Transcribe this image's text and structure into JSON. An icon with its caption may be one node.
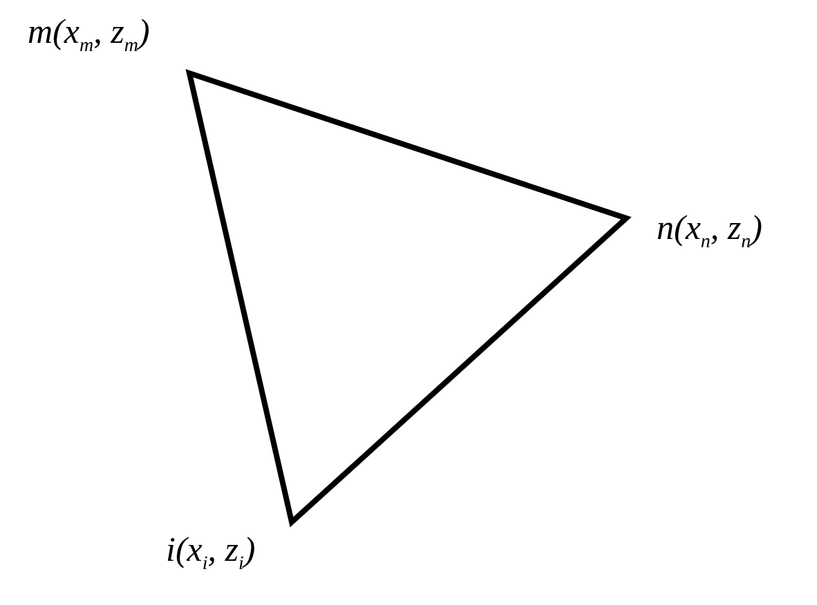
{
  "diagram": {
    "labels": [
      "m(x$_{m}$, z$_{m}$)",
      "n(x$_{n}$, z$_{n}$)",
      "i(x$_{i}$, z$_{i}$)"
    ]
  }
}
